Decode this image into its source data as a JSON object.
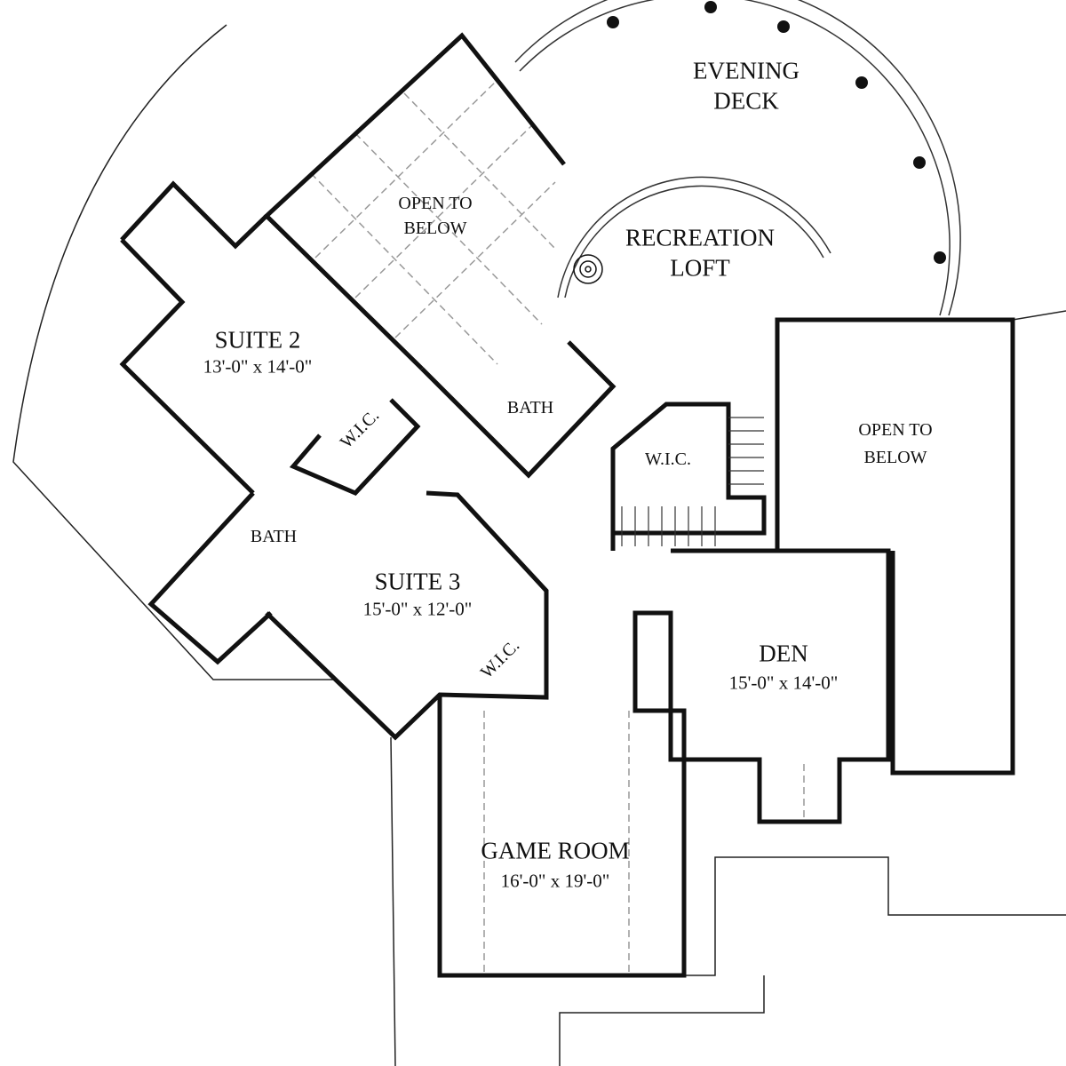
{
  "rooms": {
    "evening_deck": {
      "line1": "EVENING",
      "line2": "DECK"
    },
    "open_to_below_left": {
      "line1": "OPEN TO",
      "line2": "BELOW"
    },
    "recreation_loft": {
      "line1": "RECREATION",
      "line2": "LOFT"
    },
    "suite2": {
      "name": "SUITE 2",
      "size": "13'-0\" x 14'-0\""
    },
    "bath_upper": {
      "name": "BATH"
    },
    "wic_suite2": {
      "name": "W.I.C."
    },
    "wic_stairs": {
      "name": "W.I.C."
    },
    "open_to_below_right": {
      "line1": "OPEN TO",
      "line2": "BELOW"
    },
    "bath_left": {
      "name": "BATH"
    },
    "suite3": {
      "name": "SUITE 3",
      "size": "15'-0\" x 12'-0\""
    },
    "wic_suite3": {
      "name": "W.I.C."
    },
    "den": {
      "name": "DEN",
      "size": "15'-0\" x 14'-0\""
    },
    "game_room": {
      "name": "GAME ROOM",
      "size": "16'-0\" x 19'-0\""
    }
  },
  "colors": {
    "wall": "#111111",
    "background": "#ffffff"
  }
}
